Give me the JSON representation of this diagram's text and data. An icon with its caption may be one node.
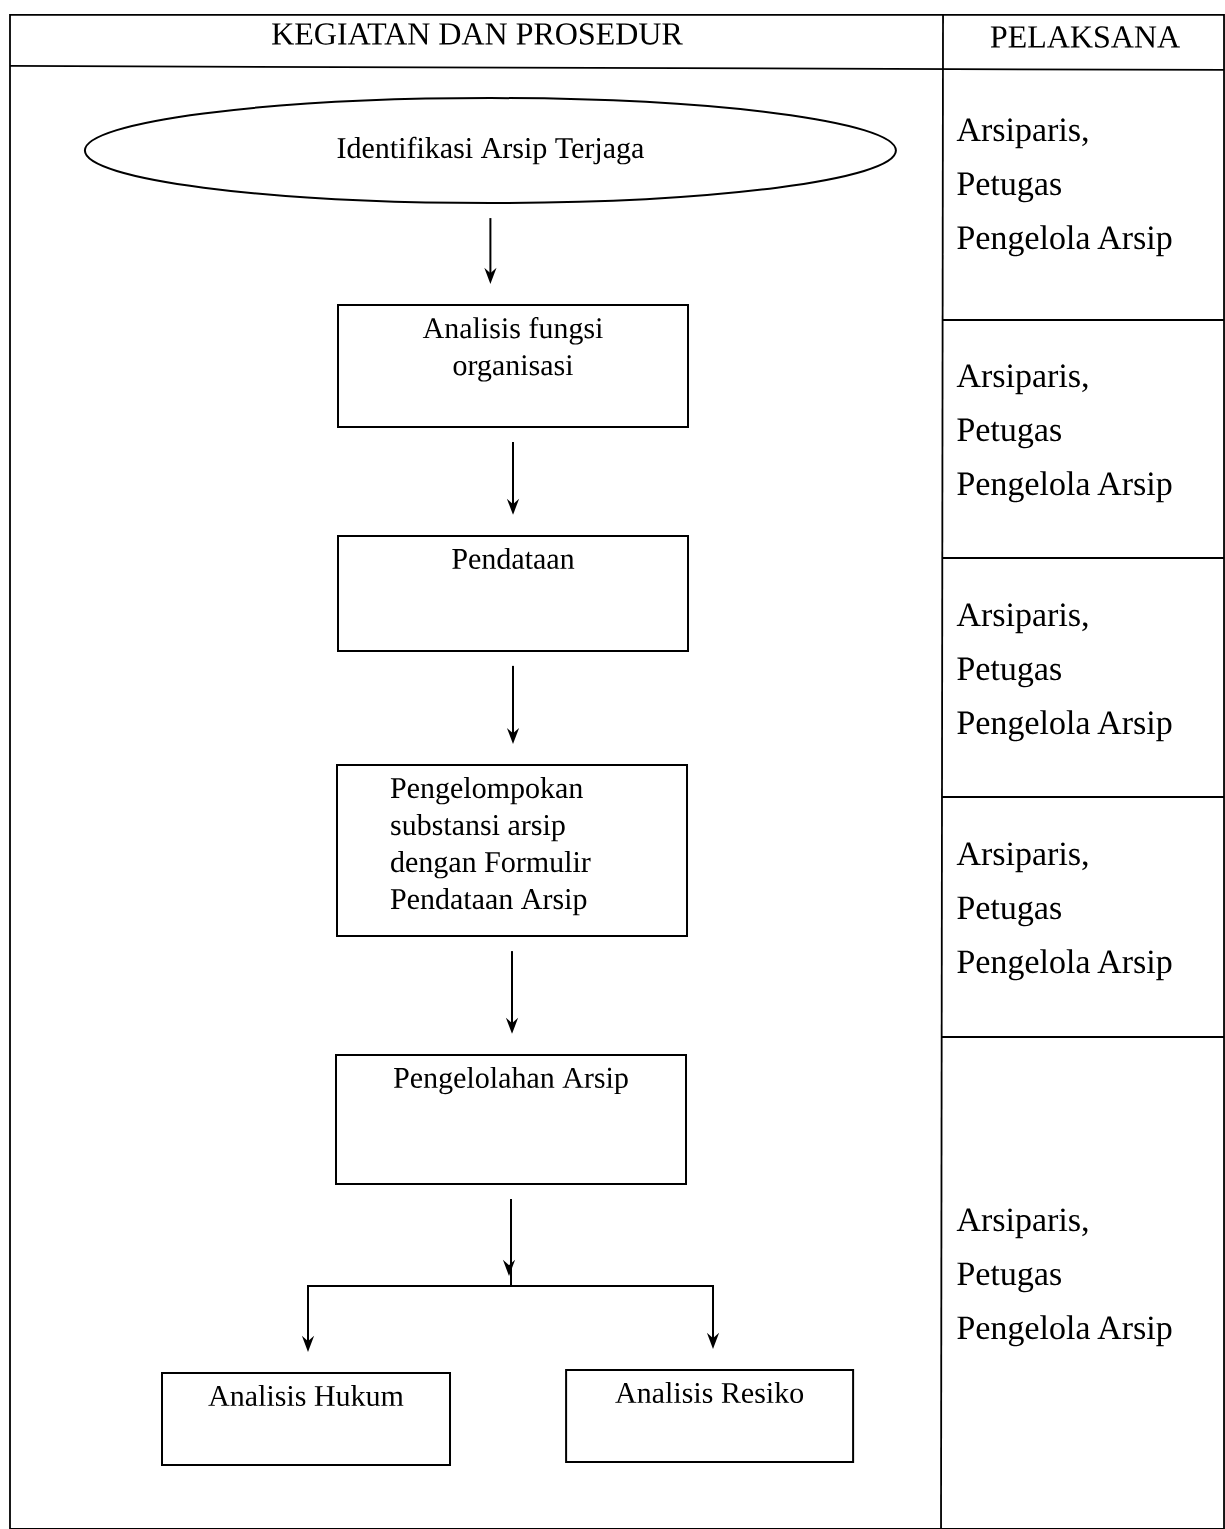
{
  "diagram": {
    "nodes": [
      {
        "text": [
          "Identifikasi Arsip Terjaga"
        ]
      },
      {
        "text": [
          "Analisis fungsi organisasi"
        ]
      },
      {
        "text": [
          "Pendataan"
        ]
      },
      {
        "text": [
          "Pengelompokan substansi arsip dengan Formulir Pendataan Arsip"
        ]
      },
      {
        "text": [
          "Pengelolahan Arsip"
        ]
      },
      {
        "text": [
          "Analisis Hukum"
        ]
      },
      {
        "text": [
          "Analisis Resiko"
        ]
      }
    ],
    "edges": [
      {
        "from": 0,
        "to": 1,
        "arrow": "to"
      },
      {
        "from": 1,
        "to": 2,
        "arrow": "to"
      },
      {
        "from": 2,
        "to": 3,
        "arrow": "to"
      },
      {
        "from": 3,
        "to": 4,
        "arrow": "to"
      },
      {
        "from": 4,
        "to": 5,
        "arrow": "to"
      },
      {
        "from": 4,
        "to": 6,
        "arrow": "to"
      }
    ],
    "labels": [
      "KEGIATAN DAN PROSEDUR",
      "PELAKSANA",
      "Arsiparis, Petugas Pengelola Arsip",
      "Arsiparis, Petugas Pengelola Arsip",
      "Arsiparis, Petugas Pengelola Arsip",
      "Arsiparis, Petugas Pengelola Arsip",
      "Arsiparis, Petugas Pengelola Arsip"
    ]
  }
}
